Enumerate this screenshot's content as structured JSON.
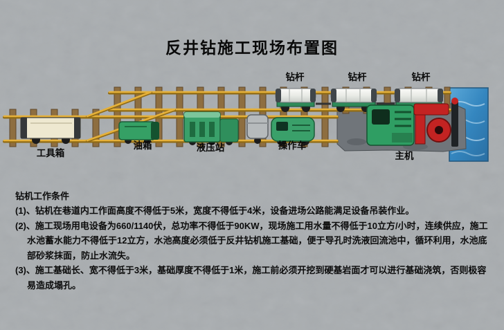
{
  "title": "反井钻施工现场布置图",
  "labels": {
    "drill_rods": [
      "钻杆",
      "钻杆",
      "钻杆"
    ],
    "toolbox": "工具箱",
    "oil_tank": "油箱",
    "hydraulic_station": "液压站",
    "operation_car": "操作车",
    "main_machine": "主机"
  },
  "conditions": {
    "heading": "钻机工作条件",
    "items": [
      "(1)、钻机在巷道内工作面高度不得低于5米，宽度不得低于4米，设备进场公路能满足设备吊装作业。",
      "(2)、施工现场用电设备为660/1140伏，总功率不得低于90KW，现场施工用水量不得低于10立方/小时，连续供应，施工水池蓄水能力不得低于12立方，水池高度必须低于反井钻机施工基础，便于导孔时洗液回流池中，循环利用，水池底部砂浆抹面，防止水流失。",
      "(3)、施工基础长、宽不得低于3米，基础厚度不得低于1米，施工前必须开挖到硬基岩面才可以进行基础浇筑，否则极容易造成塌孔。"
    ]
  },
  "colors": {
    "background": "#a9adb0",
    "rail_yellow": "#e6b13a",
    "sleeper_brown": "#8e6e40",
    "equipment_green": "#3aa06a",
    "toolbox_cream": "#eee8d0",
    "machine_red": "#c32322",
    "water_blue": "#3486bf",
    "foundation_gray": "#70757a",
    "text": "#0c0c0c"
  }
}
